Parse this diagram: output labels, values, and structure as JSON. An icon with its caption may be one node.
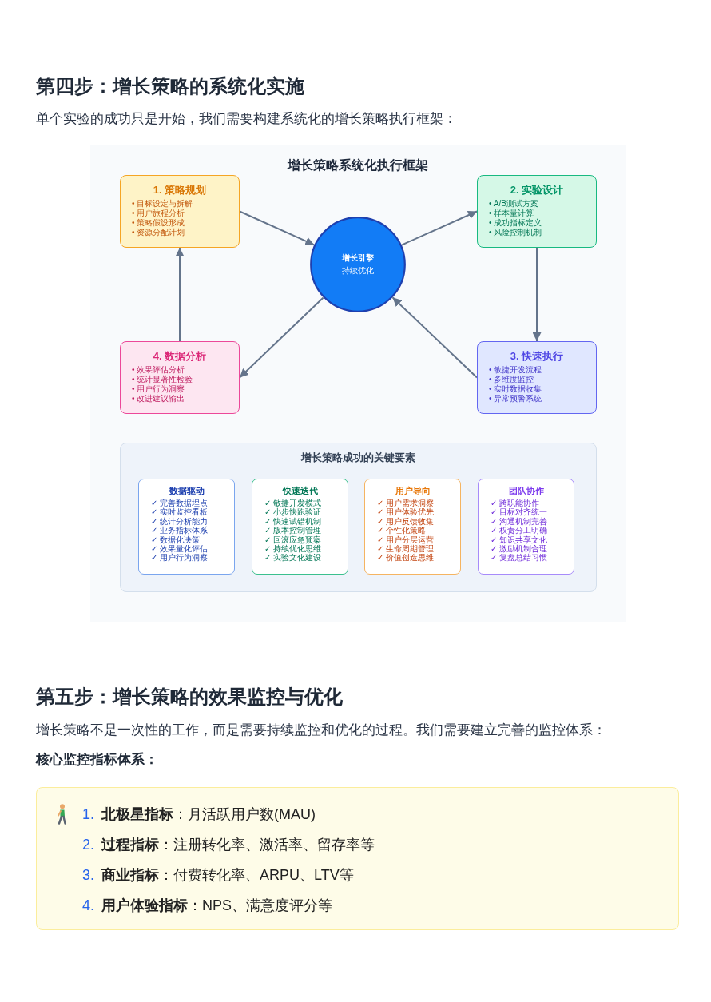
{
  "diagram": {
    "title": "第四步：增长策略的系统化实施",
    "nodes": [
      {
        "text": [
          "增长策略系统化执行框架"
        ]
      },
      {
        "text": [
          "1. 策略规划",
          "• 目标设定与拆解",
          "• 用户旅程分析",
          "• 策略假设形成",
          "• 资源分配计划"
        ],
        "in": 0
      },
      {
        "text": [
          "增长引擎",
          "持续优化"
        ],
        "in": 0
      },
      {
        "text": [
          "2. 实验设计",
          "• A/B测试方案",
          "• 样本量计算",
          "• 成功指标定义",
          "• 风险控制机制"
        ],
        "in": 0
      },
      {
        "text": [
          "4. 数据分析",
          "• 效果评估分析",
          "• 统计显著性检验",
          "• 用户行为洞察",
          "• 改进建议输出"
        ],
        "in": 0
      },
      {
        "text": [
          "3. 快速执行",
          "• 敏捷开发流程",
          "• 多维度监控",
          "• 实时数据收集",
          "• 异常预警系统"
        ],
        "in": 0
      },
      {
        "text": [
          "增长策略成功的关键要素"
        ],
        "in": 0
      },
      {
        "text": [
          "数据驱动",
          "✓ 完善数据埋点",
          "✓ 实时监控看板",
          "✓ 统计分析能力",
          "✓ 业务指标体系",
          "✓ 数据化决策",
          "✓ 效果量化评估",
          "✓ 用户行为洞察"
        ],
        "in": 6
      },
      {
        "text": [
          "快速迭代",
          "✓ 敏捷开发模式",
          "✓ 小步快跑验证",
          "✓ 快速试错机制",
          "✓ 版本控制管理",
          "✓ 回滚应急预案",
          "✓ 持续优化思维",
          "✓ 实验文化建设"
        ],
        "in": 6
      },
      {
        "text": [
          "用户导向",
          "✓ 用户需求洞察",
          "✓ 用户体验优先",
          "✓ 用户反馈收集",
          "✓ 个性化策略",
          "✓ 用户分层运营",
          "✓ 生命周期管理",
          "✓ 价值创造思维"
        ],
        "in": 6
      },
      {
        "text": [
          "团队协作",
          "✓ 跨职能协作",
          "✓ 目标对齐统一",
          "✓ 沟通机制完善",
          "✓ 权责分工明确",
          "✓ 知识共享文化",
          "✓ 激励机制合理",
          "✓ 复盘总结习惯"
        ],
        "in": 6
      },
      {
        "text": [
          "1.",
          "**北极星指标**：月活跃用户数(MAU)",
          "2.",
          "**过程指标**：注册转化率、激活率、留存率等",
          "3.",
          "**商业指标**：付费转化率、ARPU、LTV等",
          "4.",
          "**用户体验指标**：NPS、满意度评分等"
        ]
      }
    ],
    "edges": [
      {
        "from": 1,
        "to": 2,
        "arrow": "to"
      },
      {
        "from": 2,
        "to": 3,
        "arrow": "to"
      },
      {
        "from": 3,
        "to": 5,
        "arrow": "to"
      },
      {
        "from": 5,
        "to": 2,
        "arrow": "to"
      },
      {
        "from": 2,
        "to": 4,
        "arrow": "to"
      },
      {
        "from": 4,
        "to": 1,
        "arrow": "to"
      }
    ],
    "labels": [
      "单个实验的成功只是开始，我们需要构建系统化的增长策略执行框架：",
      "第五步：增长策略的效果监控与优化",
      "增长策略不是一次性的工作，而是需要持续监控和优化的过程。我们需要建立完善的监控体系：",
      "核心监控指标体系："
    ]
  }
}
